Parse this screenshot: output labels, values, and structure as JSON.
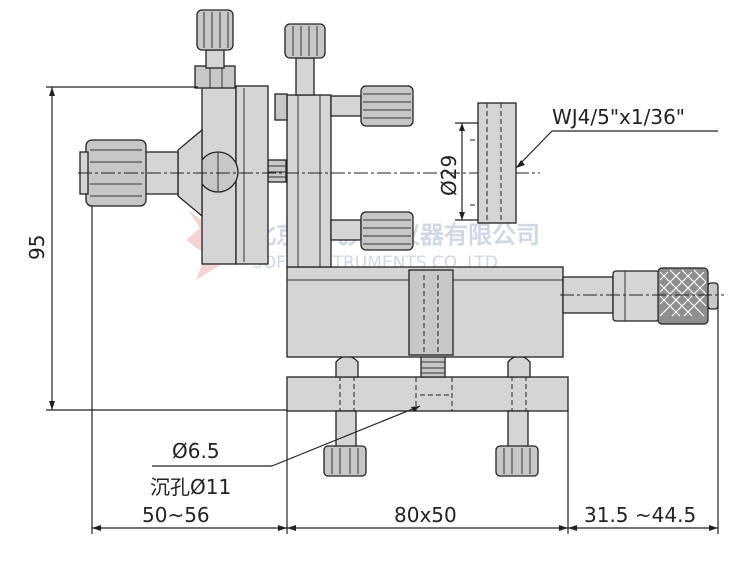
{
  "labels": {
    "height_dim": "95",
    "thread_spec": "WJ4/5\"x1/36\"",
    "bore_dia": "Ø29",
    "hole_dia": "Ø6.5",
    "counterbore": "沉孔Ø11",
    "left_dim": "50~56",
    "base_dim": "80x50",
    "right_dim": "31.5 ~44.5"
  },
  "watermark": {
    "company_cn": "北京赛凡光电仪器有限公司",
    "company_en": "SOFN INSTRUMENTS CO.,LTD"
  },
  "colors": {
    "line": "#222222",
    "metal": "#d5d5d5",
    "watermark": "#a9b9cf"
  }
}
